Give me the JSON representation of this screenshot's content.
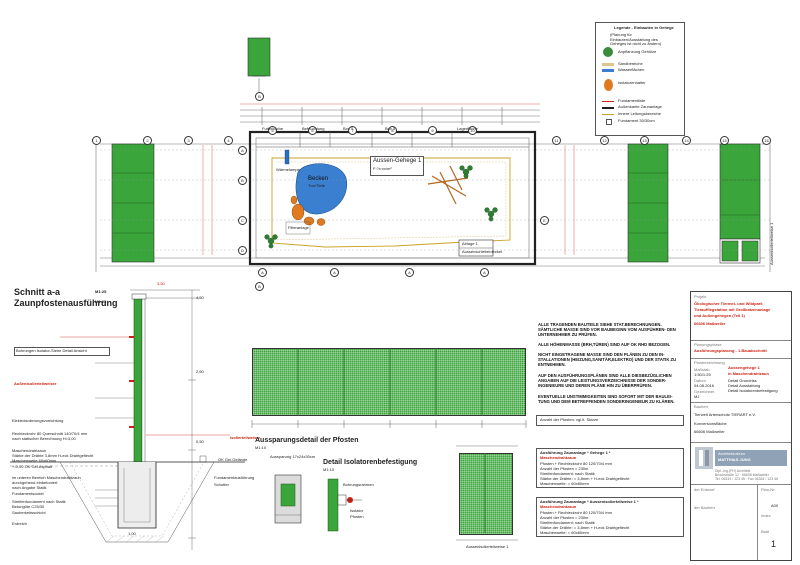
{
  "plan": {
    "enclosure_label": "Aussen-Gehege 1",
    "enclosure_area": "F:?x:xx/m²",
    "pool_label": "Becken",
    "pool_depth": "T:xx/Tiefe",
    "top_labels": [
      "Futterküche",
      "Befeuchtung",
      "Box 5",
      "Box 5",
      "Lagerfläche"
    ],
    "heater_label": "Wärmelampe",
    "small_box_1": "Ablage 1",
    "small_box_2": "Aussenschieberdeckel",
    "filter_label": "Filteranlage",
    "axis_numbers": [
      "1",
      "2",
      "3",
      "4",
      "5",
      "6",
      "7",
      "8",
      "9",
      "10",
      "11",
      "12",
      "13",
      "14",
      "15",
      "16"
    ],
    "axis_letters": [
      "A",
      "B",
      "C",
      "D",
      "E"
    ]
  },
  "legend": {
    "title": "Legende - Einbauten in Gehege",
    "subtitle": "(Planung für Einbauten/Ausstattung des Geheges ist nicht zu ändern)",
    "items": [
      {
        "label": "Anpflanzung Gehölze",
        "color": "#3c8a3c"
      },
      {
        "label": "Sandbereiche",
        "color": "#d8c890"
      },
      {
        "label": "Wasserflächen",
        "color": "#3a7fd0"
      },
      {
        "label": "Isolatorenhalter",
        "color": "#777777"
      },
      {
        "label": "Fundamentliste",
        "color": "#cc2222"
      },
      {
        "label": "Außenkante Zaunanlage",
        "color": "#222222"
      },
      {
        "label": "Innere Leitungsbereiche",
        "color": "#c9a227"
      },
      {
        "label": "Fundament 30/30cm",
        "color": "#555555"
      }
    ]
  },
  "section": {
    "title": "Schnitt a-a",
    "subtitle": "Zaunpfostenausführung",
    "scale": "M1:25",
    "note_box": "Bohrungen Isolator-Siehe Detail Ansicht",
    "label_insulator_top": "Außenisolierteilweiser",
    "label_insulator_mid": "Isolierteilweiser",
    "spec_lines": [
      "Elektroisolierungsvorrichtung",
      "Rechteckrohr 80 Querschnitt 140/70/4 mm",
      "nach statischer Berechnung  H=3,00",
      "Maschendrahtzaun",
      "Stärke der Drähte  3,8mm  H-eck Drahtgeflecht",
      "Maschenweite  60x60mm"
    ],
    "ground_label": "+-0,00 OK Gel.Asphalt",
    "ground_label_right": "OK Gel.Gelände",
    "lower_lines": [
      "im unteren Bereich Maschendrahtzaun",
      "durchgehend einbetoniert",
      "nach Angabe Statik",
      "Fundamentsockel",
      "Streifenfundament nach Statik",
      "Betongüte C25/30",
      "Sauberkeitsschicht",
      "Erdreich"
    ],
    "right_labels": [
      "Fundamentausführung",
      "Schotter"
    ],
    "dims": [
      "3,50",
      "4,50",
      "2,60",
      "0,50",
      "1,00"
    ]
  },
  "details": {
    "aussparung_title": "Aussparungsdetail der Pfosten",
    "aussparung_scale": "M1:10",
    "aussparung_label": "Aussparung 17x24x30cm",
    "isolator_title": "Detail Isolatorenbefestigung",
    "isolator_scale": "M1:10",
    "isolator_labels": [
      "Bohrungsrahmen",
      "Isolator",
      "Pfosten"
    ]
  },
  "notes": {
    "paragraphs": [
      "ALLE TRAGENDEN BAUTEILE SIEHE STAT.BERECHNUNGEN. SÄMTLICHE MASSE SIND VOR BAUBEGINN VOM AUSFÜHREN- DEN UNTERNEHMER ZU PRÜFEN.",
      "ALLE HÖHENMASSE (BRH,TÜREN) SIND AUF OK RHD BEZOGEN.",
      "NICHT EINGETRAGENE MASSE SIND DEN PLÄNEN ZU DEN IN- STALLATIONEN (HEIZUNG,SANITÄR,ELEKTRO) UND DER STATIK ZU ENTNEHMEN.",
      "AUF DEN AUSFÜHRUNGSPLÄNEN SIND ALLE DIESBEZÜGLICHEN ANGABEN AUF DIE LEISTUNGSVERZEICHNISSE DER SONDER- INGENIEURE UND DEREN PLÄNE HIN ZU ÜBERPRÜFEN.",
      "EVENTUELLE UNSTIMMIGKEITEN SIND SOFORT MIT DER BAULEI- TUNG UND DEM BETREFFENDEN SONDERINGENIEUR ZU KLÄREN."
    ]
  },
  "schedule": {
    "header": "Anzahl der Pfosten: vgl.lt. Skizze",
    "block1_title": "Ausführung Zaunanlage * Gehege 1 *",
    "block1_sub": "Maschendrahtzaun",
    "block1_lines": [
      "Pfosten + Rechteckrohr 80 120/70/4 mm",
      "Anzahl der Pfosten = 230m",
      "Streifenfundament: nach Statik",
      "Stärke der Drähte:  = 3,8mm + H-eck Drahtgeflecht",
      "Maschenweite:  = 60x60mm"
    ],
    "block2_title": "Ausführung Zaunanlage * Aussenisolierteilweise 1 *",
    "block2_sub": "Maschendrahtzaun",
    "block2_lines": [
      "Pfosten + Rechteckrohr 80 120/70/4 mm",
      "Anzahl der Pfosten = 230m",
      "Streifenfundament: nach Statik",
      "Stärke der Drähte:  = 3,8mm + H-eck Drahtgeflecht",
      "Maschenweite:  = 60x60mm"
    ]
  },
  "elevation_labels": {
    "bottom_right": "Aussenisolierteilweise 1",
    "right_vertical": "Aussenisolierteilweise 1"
  },
  "title_block": {
    "project_label": "Projekt",
    "project_lines": [
      "Ökologischer Tiermel- und Wildpark",
      "Tieraufflegstation mit Großkatzenanlage",
      "und Außengehegen (Teil 1)",
      "66606 Maßweiler"
    ],
    "phase_label": "Planungsphase",
    "phase": "Ausführungsplanung - 1.Bauabschnitt",
    "plan_label": "Planbezeichnung",
    "plan_lines": [
      "Aussengehege 1",
      "in Maschendrahtzaun",
      "Detail Grundriss",
      "Detail Ausstattung",
      "Detail Isolatorenbefestigung"
    ],
    "scale_label": "Maßstab",
    "scale": "1:50/1:25",
    "date_label": "Datum",
    "date": "04.08.2016",
    "drawn_label": "Gezeichnet",
    "drawn": "MJ",
    "client_label": "Bauherr",
    "client_lines": [
      "Tierwelt Artenschutz TIERART e.V.",
      "Konversionsfläche",
      "66606 Maßweiler"
    ],
    "company_top": "Architekturbüro",
    "company_name": "MATTHIAS JUNG",
    "company_lines": [
      "Dipl.-Ing.(FH) Architekt",
      "Bruchstraße 12 · 66606 Maßweiler",
      "Tel. 06334 / 123 45 · Fax 06334 / 123 46"
    ],
    "sign_left": "der Entwurf",
    "sign_right": "der Bauherr",
    "plan_no_label": "Plan-Nr.",
    "plan_no": "1",
    "index_label": "Index",
    "index_value": "A00",
    "sheet_label": "Blatt"
  }
}
